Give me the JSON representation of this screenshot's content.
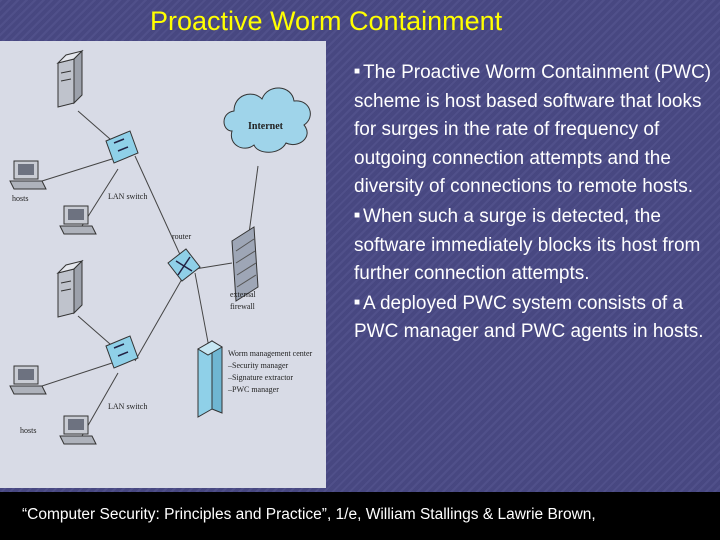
{
  "slide": {
    "title": "Proactive Worm Containment",
    "bullets": [
      "The Proactive Worm Containment (PWC) scheme is host based software that looks for surges in the rate of frequency of outgoing connection attempts and the diversity of connections to remote hosts.",
      "When such a surge is detected, the software immediately blocks its host from further connection attempts.",
      "A deployed PWC system consists of a PWC manager and PWC agents in hosts."
    ],
    "citation": "“Computer Security: Principles and Practice”, 1/e, William Stallings & Lawrie Brown,"
  },
  "diagram": {
    "labels": {
      "internet": "Internet",
      "router": "router",
      "external_firewall_1": "external",
      "external_firewall_2": "firewall",
      "hosts_top": "hosts",
      "hosts_bottom": "hosts",
      "lan_switch_top": "LAN switch",
      "lan_switch_bottom": "LAN switch",
      "wmc_title": "Worm management center",
      "wmc_item_1": "–Security manager",
      "wmc_item_2": "–Signature extractor",
      "wmc_item_3": "–PWC manager"
    }
  },
  "colors": {
    "background": "#4a4a86",
    "title": "#ffff00",
    "text": "#ffffff",
    "diagram_bg": "#d8dbe6",
    "cloud": "#9fd4ea",
    "device": "#8fd0e8"
  }
}
